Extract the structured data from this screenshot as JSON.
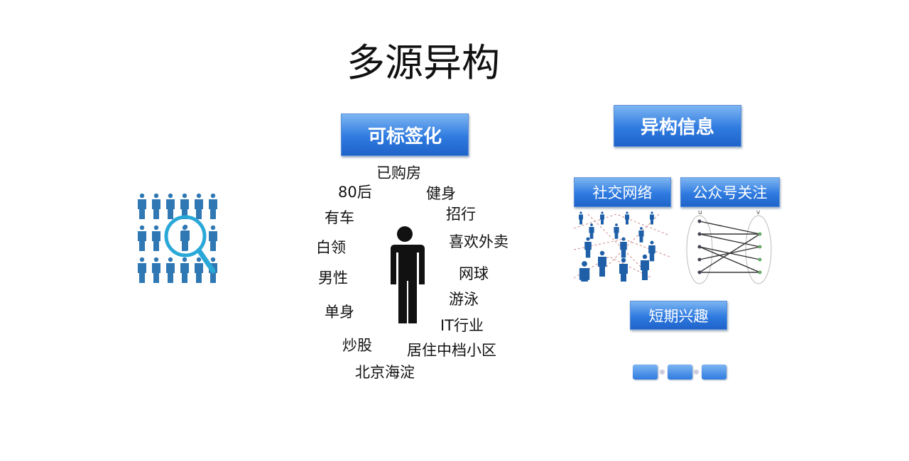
{
  "title": "多源异构",
  "left_group": {
    "header": "可标签化",
    "tags": [
      "已购房",
      "80后",
      "健身",
      "有车",
      "招行",
      "白领",
      "喜欢外卖",
      "男性",
      "网球",
      "游泳",
      "单身",
      "IT行业",
      "炒股",
      "居住中档小区",
      "北京海淀"
    ]
  },
  "right_group": {
    "header": "异构信息",
    "social": "社交网络",
    "follow": "公众号关注",
    "short_term": "短期兴趣",
    "graph_labels": [
      "u",
      "v"
    ]
  },
  "colors": {
    "accent": "#2f7be0",
    "people_icon": "#2f78b4",
    "magnifier": "#2aa8d8"
  }
}
